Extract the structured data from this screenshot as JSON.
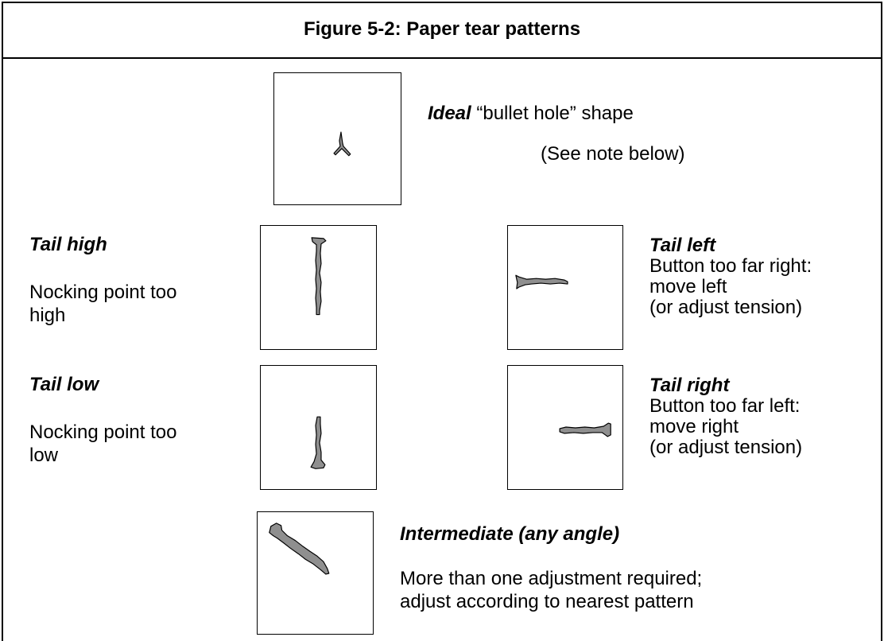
{
  "figure": {
    "title": "Figure 5-2: Paper tear patterns"
  },
  "ideal": {
    "label_bold": "Ideal",
    "label_rest": " “bullet hole” shape",
    "note": "(See note below)"
  },
  "tail_high": {
    "title": "Tail high",
    "desc_line1": "Nocking point too",
    "desc_line2": "high"
  },
  "tail_left": {
    "title": "Tail left",
    "desc_line1": "Button too far right:",
    "desc_line2": "move left",
    "desc_line3": "(or adjust tension)"
  },
  "tail_low": {
    "title": "Tail low",
    "desc_line1": "Nocking point too",
    "desc_line2": "low"
  },
  "tail_right": {
    "title": "Tail right",
    "desc_line1": "Button too far left:",
    "desc_line2": "move right",
    "desc_line3": "(or adjust tension)"
  },
  "intermediate": {
    "title": "Intermediate (any angle)",
    "desc_line1": "More than one adjustment required;",
    "desc_line2": "adjust according to nearest pattern"
  },
  "colors": {
    "tear_fill": "#8f8f8f",
    "border": "#000000"
  }
}
